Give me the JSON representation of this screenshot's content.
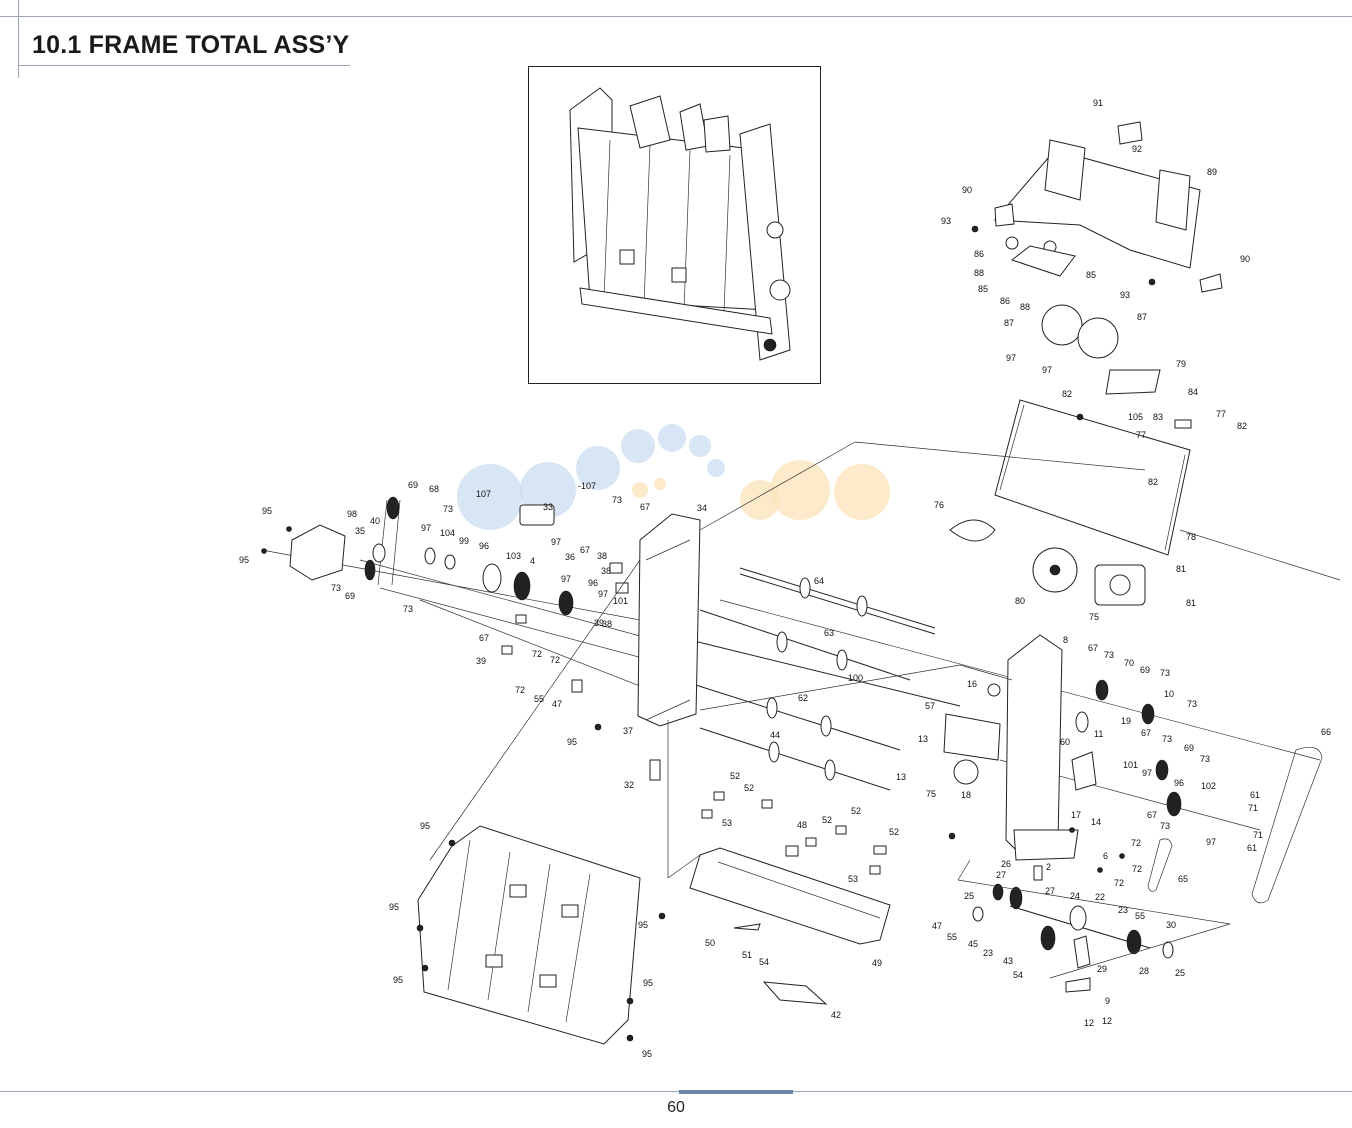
{
  "header": {
    "title": "10.1 FRAME TOTAL ASS’Y"
  },
  "footer": {
    "page_number": "60"
  },
  "diagram": {
    "callouts": [
      "91",
      "92",
      "89",
      "90",
      "93",
      "86",
      "88",
      "85",
      "86",
      "88",
      "85",
      "90",
      "93",
      "87",
      "87",
      "97",
      "97",
      "79",
      "84",
      "82",
      "105",
      "77",
      "83",
      "77",
      "82",
      "82",
      "78",
      "76",
      "80",
      "75",
      "81",
      "81",
      "107",
      "33",
      "-107",
      "73",
      "67",
      "34",
      "73",
      "69",
      "68",
      "95",
      "98",
      "40",
      "35",
      "97",
      "104",
      "99",
      "96",
      "103",
      "4",
      "97",
      "97",
      "96",
      "97",
      "101",
      "36",
      "67",
      "38",
      "38",
      "38",
      "95",
      "73",
      "69",
      "73",
      "67",
      "39",
      "39",
      "72",
      "72",
      "72",
      "55",
      "47",
      "64",
      "63",
      "100",
      "62",
      "44",
      "8",
      "67",
      "73",
      "70",
      "69",
      "73",
      "10",
      "73",
      "16",
      "57",
      "19",
      "11",
      "67",
      "73",
      "69",
      "73",
      "60",
      "101",
      "97",
      "96",
      "102",
      "61",
      "71",
      "71",
      "61",
      "66",
      "13",
      "13",
      "75",
      "18",
      "17",
      "14",
      "72",
      "6",
      "72",
      "72",
      "67",
      "73",
      "97",
      "65",
      "95",
      "37",
      "32",
      "52",
      "52",
      "53",
      "48",
      "52",
      "52",
      "52",
      "53",
      "50",
      "51",
      "54",
      "49",
      "42",
      "95",
      "95",
      "95",
      "95",
      "95",
      "95",
      "26",
      "27",
      "2",
      "27",
      "24",
      "22",
      "25",
      "23",
      "55",
      "30",
      "47",
      "55",
      "45",
      "23",
      "43",
      "54",
      "29",
      "28",
      "25",
      "9",
      "12",
      "12"
    ]
  }
}
